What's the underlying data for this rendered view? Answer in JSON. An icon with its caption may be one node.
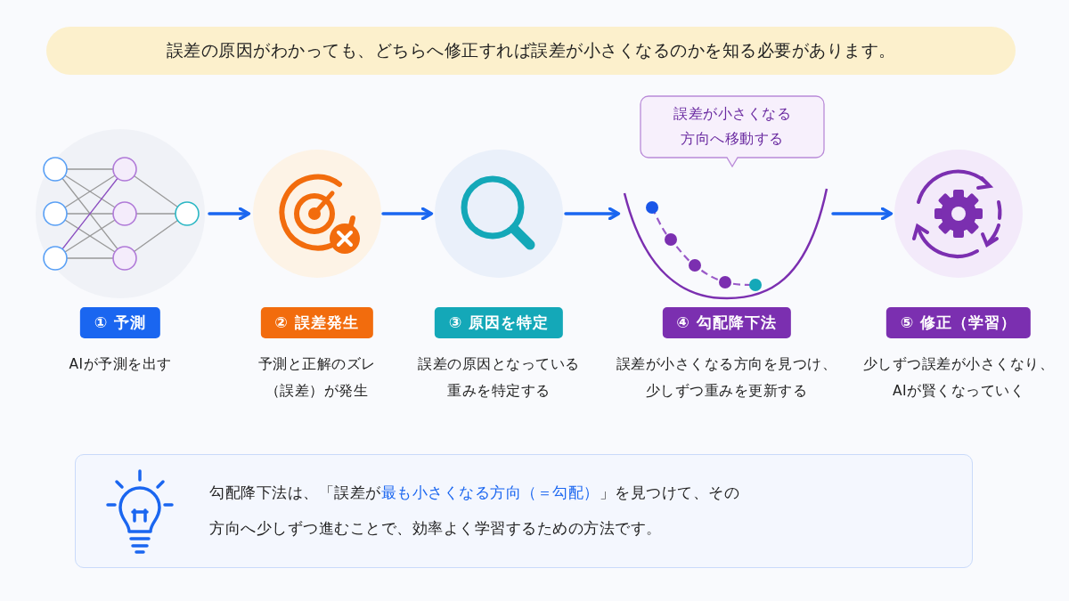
{
  "diagram": {
    "title": "誤差の原因がわかっても、どちらへ修正すれば誤差が小さくなるのかを知る必要があります。",
    "nodes": [
      {
        "text": [
          "① 予測",
          "AIが予測を出す"
        ]
      },
      {
        "text": [
          "② 誤差発生",
          "予測と正解のズレ（誤差）が発生"
        ]
      },
      {
        "text": [
          "③ 原因を特定",
          "誤差の原因となっている重みを特定する"
        ]
      },
      {
        "text": [
          "④ 勾配降下法",
          "誤差が小さくなる方向を見つけ、少しずつ重みを更新する"
        ]
      },
      {
        "text": [
          "⑤ 修正（学習）",
          "少しずつ誤差が小さくなり、AIが賢くなっていく"
        ]
      },
      {
        "text": [
          "誤差が小さくなる方向へ移動する"
        ]
      },
      {
        "text": [
          "勾配降下法は、「誤差が**最も小さくなる方向（＝勾配）**」を見つけて、その方向へ少しずつ進むことで、効率よく学習するための方法です。"
        ]
      }
    ],
    "edges": [
      {
        "from": 0,
        "to": 1,
        "arrow": "to"
      },
      {
        "from": 1,
        "to": 2,
        "arrow": "to"
      },
      {
        "from": 2,
        "to": 3,
        "arrow": "to"
      },
      {
        "from": 3,
        "to": 4,
        "arrow": "to"
      }
    ]
  }
}
